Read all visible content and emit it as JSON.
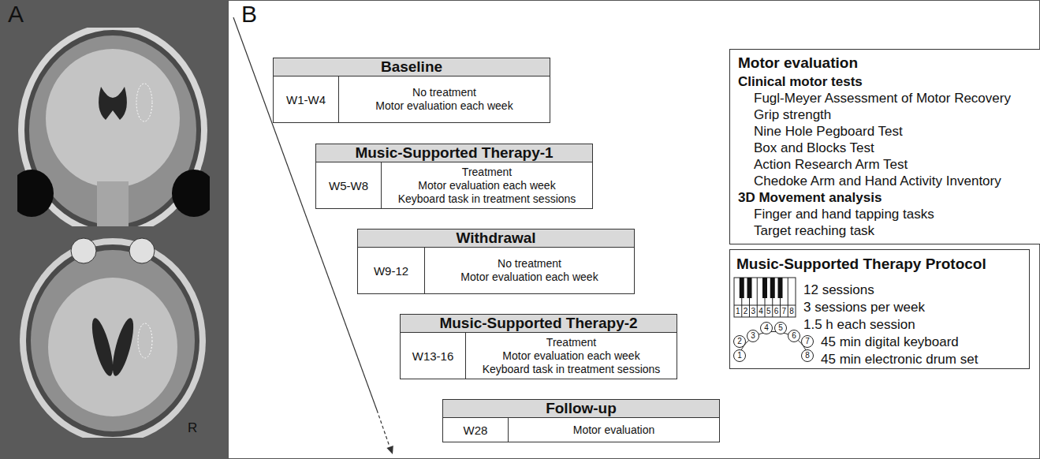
{
  "diagram": {
    "nodes": [
      {
        "text": [
          "Baseline",
          "W1-W4",
          "No treatment",
          "Motor evaluation each week"
        ]
      },
      {
        "text": [
          "Music-Supported Therapy-1",
          "W5-W8",
          "Treatment",
          "Motor evaluation each week",
          "Keyboard task in treatment sessions"
        ]
      },
      {
        "text": [
          "Withdrawal",
          "W9-12",
          "No treatment",
          "Motor evaluation each week"
        ]
      },
      {
        "text": [
          "Music-Supported Therapy-2",
          "W13-16",
          "Treatment",
          "Motor evaluation each week",
          "Keyboard task in treatment sessions"
        ]
      },
      {
        "text": [
          "Follow-up",
          "W28",
          "Motor evaluation"
        ]
      },
      {
        "text": [
          "Motor evaluation",
          "Clinical motor tests",
          "Fugl-Meyer Assessment of Motor Recovery",
          "Grip strength",
          "Nine Hole Pegboard Test",
          "Box and Blocks Test",
          "Action Research Arm Test",
          "Chedoke Arm and Hand Activity Inventory",
          "3D Movement analysis",
          "Finger and hand tapping tasks",
          "Target reaching task"
        ]
      },
      {
        "text": [
          "Music-Supported Therapy Protocol",
          "12 sessions",
          "3 sessions per week",
          "1.5 h each session",
          "45 min digital keyboard",
          "45 min electronic drum set"
        ]
      }
    ],
    "labels": [
      "A",
      "B",
      "R",
      "1",
      "2",
      "3",
      "4",
      "5",
      "6",
      "7",
      "8",
      "1",
      "2",
      "3",
      "4",
      "5",
      "6",
      "7",
      "8"
    ]
  }
}
